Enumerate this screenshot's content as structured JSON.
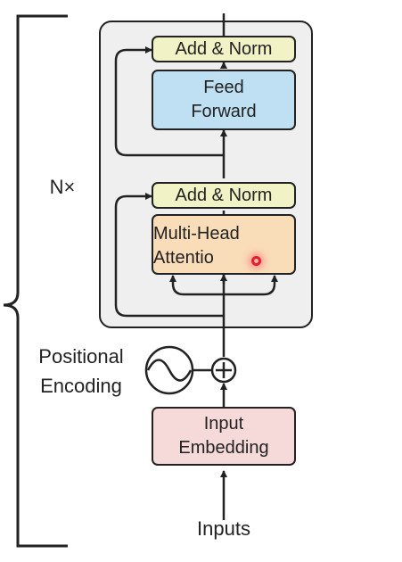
{
  "diagram": {
    "repeat_label": "N×",
    "positional_encoding_label": [
      "Positional",
      "Encoding"
    ],
    "inputs_label": "Inputs",
    "blocks": {
      "add_norm_top": "Add & Norm",
      "feed_forward": [
        "Feed",
        "Forward"
      ],
      "add_norm_bottom": "Add & Norm",
      "multi_head_attention": [
        "Multi-Head",
        "Attentio"
      ],
      "input_embedding": [
        "Input",
        "Embedding"
      ]
    },
    "colors": {
      "add_norm": "#f1f3c6",
      "feed_forward": "#bfe0f2",
      "attention": "#f9dcb8",
      "embedding": "#f6d9d9",
      "encoder_background": "#efefef",
      "pointer": "#e21f2b"
    }
  }
}
